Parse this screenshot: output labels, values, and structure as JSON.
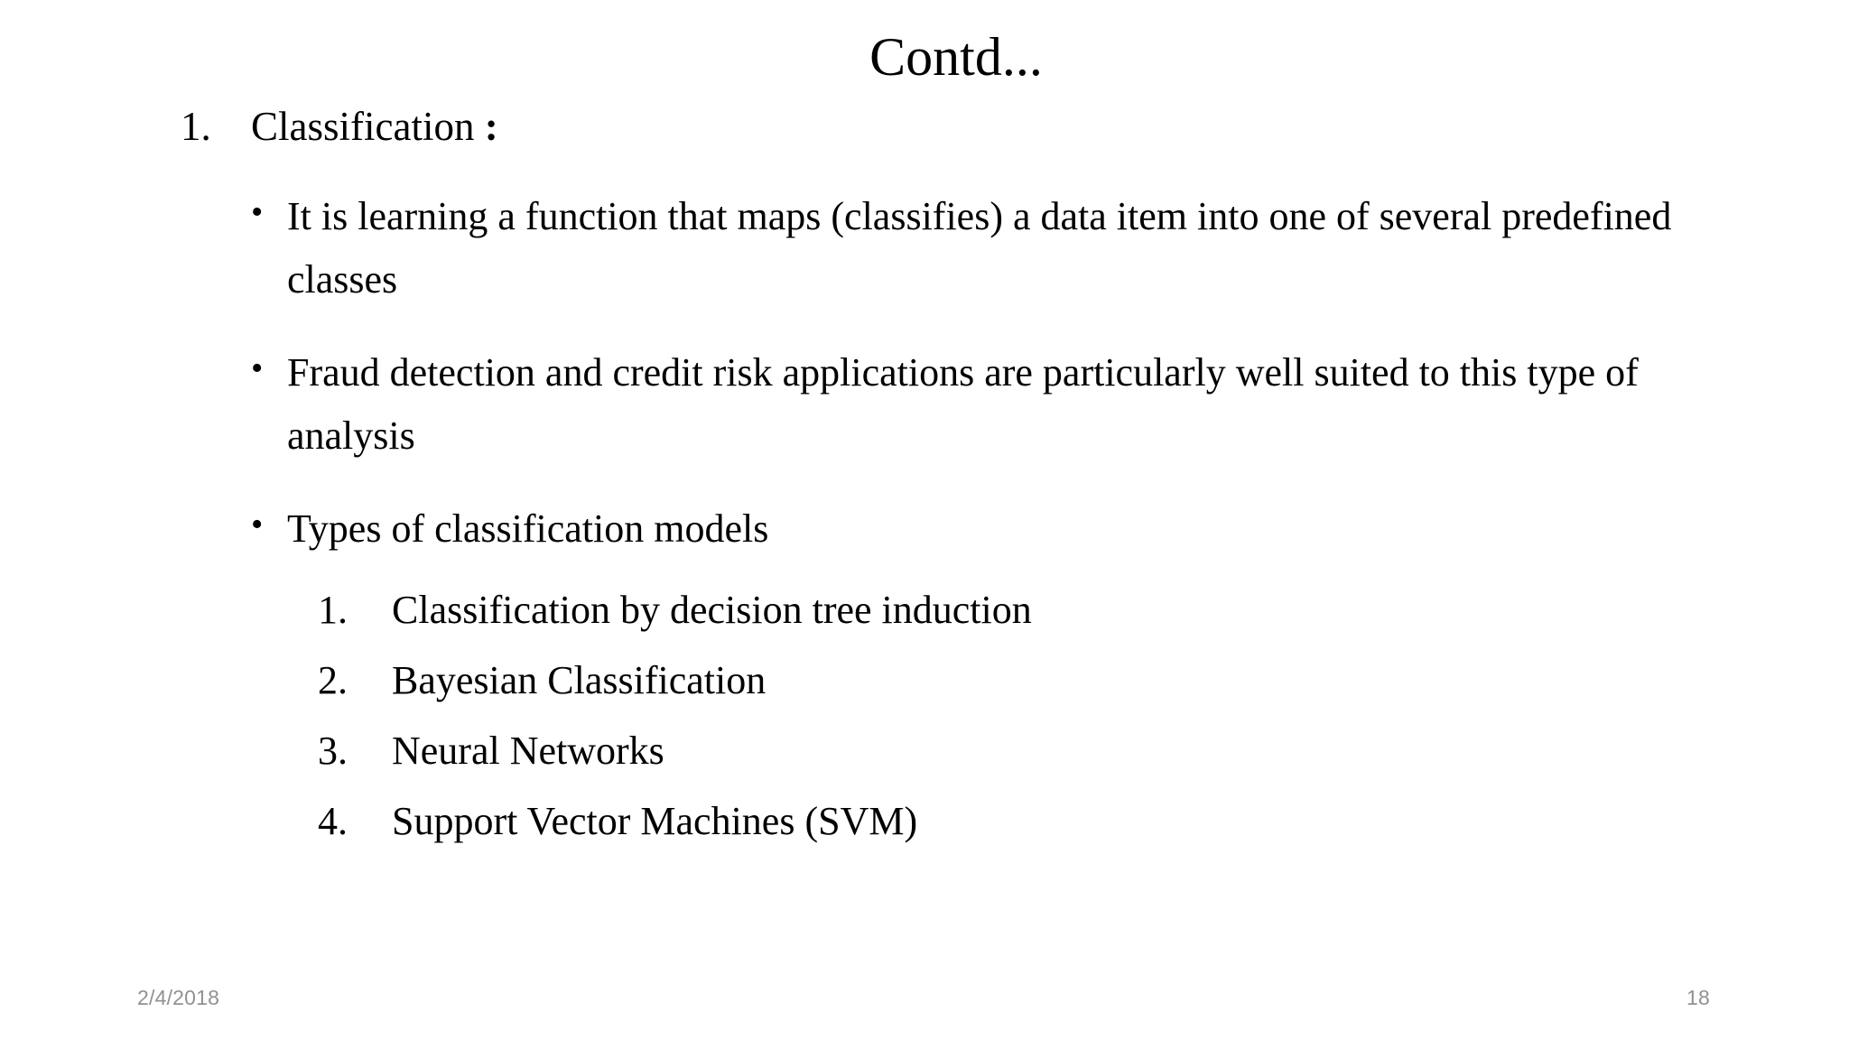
{
  "slide": {
    "title": "Contd...",
    "background_color": "#ffffff",
    "text_color": "#000000",
    "footer_color": "#919191"
  },
  "content": {
    "item1": {
      "marker": "1.",
      "label": "Classification ",
      "colon": ":"
    },
    "bullets": [
      {
        "glyph": "•",
        "text": "It is learning a function that maps (classifies) a data item into one of several predefined classes"
      },
      {
        "glyph": "•",
        "text": "Fraud detection and credit risk applications are particularly well suited to this type of analysis"
      },
      {
        "glyph": "•",
        "text": "Types of classification models"
      }
    ],
    "models": [
      {
        "marker": "1.",
        "text": "Classification by decision tree induction"
      },
      {
        "marker": "2.",
        "text": "Bayesian Classification"
      },
      {
        "marker": "3.",
        "text": "Neural Networks"
      },
      {
        "marker": "4.",
        "text": "Support Vector Machines (SVM)"
      }
    ]
  },
  "footer": {
    "date": "2/4/2018",
    "page_number": "18"
  }
}
